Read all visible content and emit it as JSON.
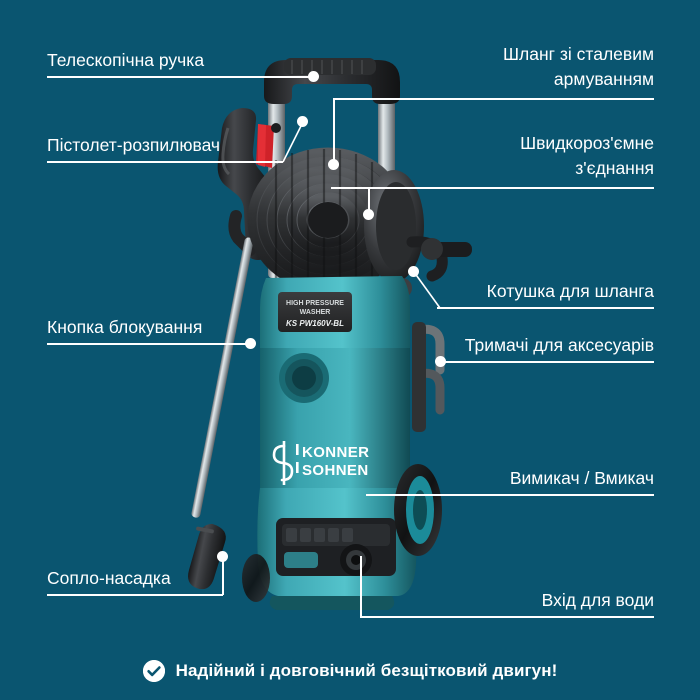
{
  "page": {
    "background_color": "#0a5570",
    "accent_color": "#ffffff",
    "product_body_color": "#3fa8b4",
    "product_dark_color": "#2b2b2d"
  },
  "callouts": [
    {
      "id": "telescopic-handle",
      "label": "Телескопічна ручка",
      "side": "left"
    },
    {
      "id": "spray-gun",
      "label": "Пістолет-розпилювач",
      "side": "left"
    },
    {
      "id": "lock-button",
      "label": "Кнопка блокування",
      "side": "left"
    },
    {
      "id": "nozzle",
      "label": "Сопло-насадка",
      "side": "left"
    },
    {
      "id": "steel-braided-hose",
      "label": "Шланг зі сталевим\nармуванням",
      "side": "right"
    },
    {
      "id": "quick-connect",
      "label": "Швидкороз'ємне\nз'єднання",
      "side": "right"
    },
    {
      "id": "hose-reel",
      "label": "Котушка для шланга",
      "side": "right"
    },
    {
      "id": "accessory-holders",
      "label": "Тримачі для аксесуарів",
      "side": "right"
    },
    {
      "id": "power-switch",
      "label": "Вимикач / Вмикач",
      "side": "right"
    },
    {
      "id": "water-inlet",
      "label": "Вхід для води",
      "side": "right"
    }
  ],
  "product": {
    "brand_line_1": "KÖNNER",
    "brand_line_2": "SÖHNEN",
    "spec_plate": {
      "line_1": "HIGH PRESSURE",
      "line_2": "WASHER",
      "line_3": "KS PW160V-BL"
    }
  },
  "banner": {
    "icon": "check-circle-icon",
    "text": "Надійний і довговічний безщітковий двигун!"
  }
}
